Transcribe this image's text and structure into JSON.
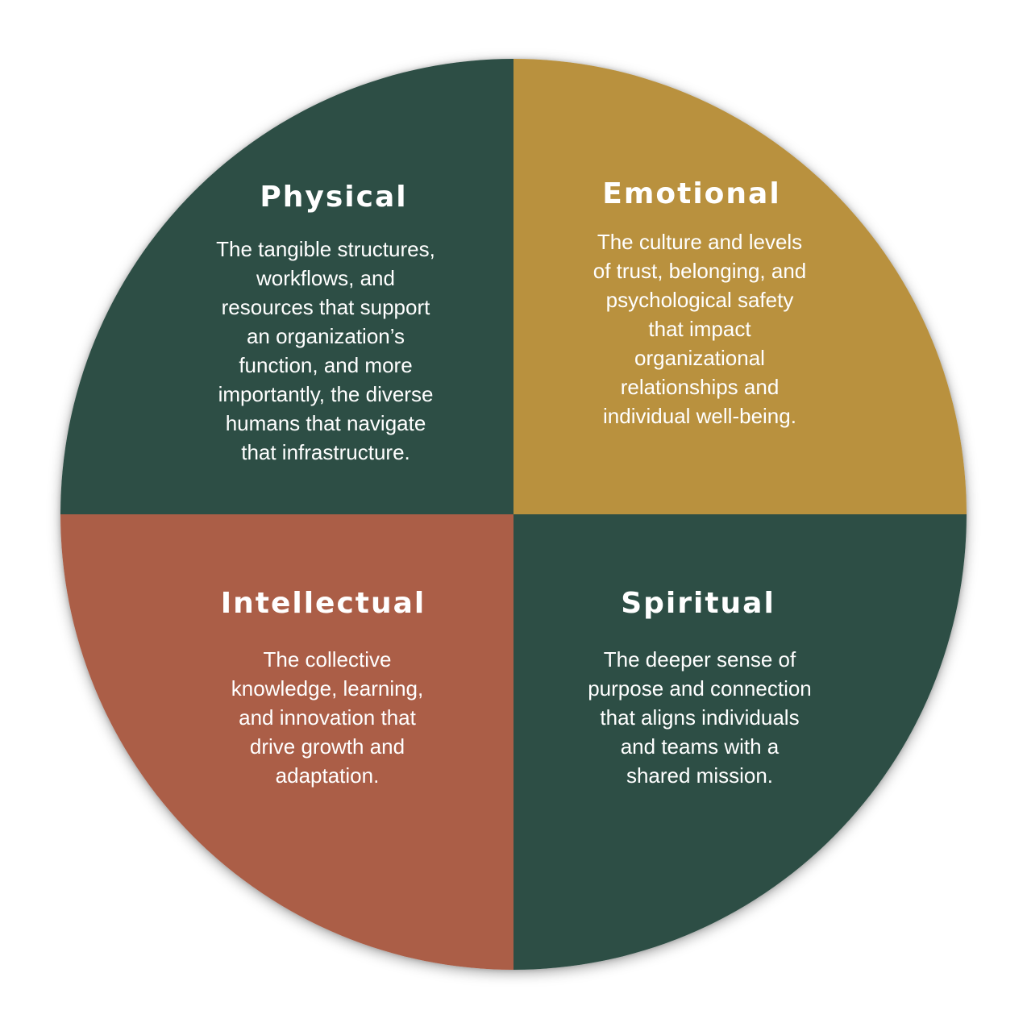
{
  "colors": {
    "dark_green": "#2d4e45",
    "gold": "#b9913e",
    "terracotta": "#ab5e47",
    "text": "#ffffff"
  },
  "quadrants": [
    {
      "title": "Physical",
      "color": "#2d4e45",
      "lines": [
        "The tangible structures,",
        "workflows, and",
        "resources that support",
        "an organization’s",
        "function, and more",
        "importantly, the diverse",
        "humans that navigate",
        "that infrastructure."
      ]
    },
    {
      "title": "Emotional",
      "color": "#b9913e",
      "lines": [
        "The culture and levels",
        "of trust, belonging, and",
        "psychological safety",
        "that impact",
        "organizational",
        "relationships and",
        "individual well-being."
      ]
    },
    {
      "title": "Intellectual",
      "color": "#ab5e47",
      "lines": [
        "The collective",
        "knowledge, learning,",
        "and innovation that",
        "drive growth and",
        "adaptation."
      ]
    },
    {
      "title": "Spiritual",
      "color": "#2d4e45",
      "lines": [
        "The deeper sense of",
        "purpose and connection",
        "that aligns individuals",
        "and teams with a",
        "shared mission."
      ]
    }
  ]
}
